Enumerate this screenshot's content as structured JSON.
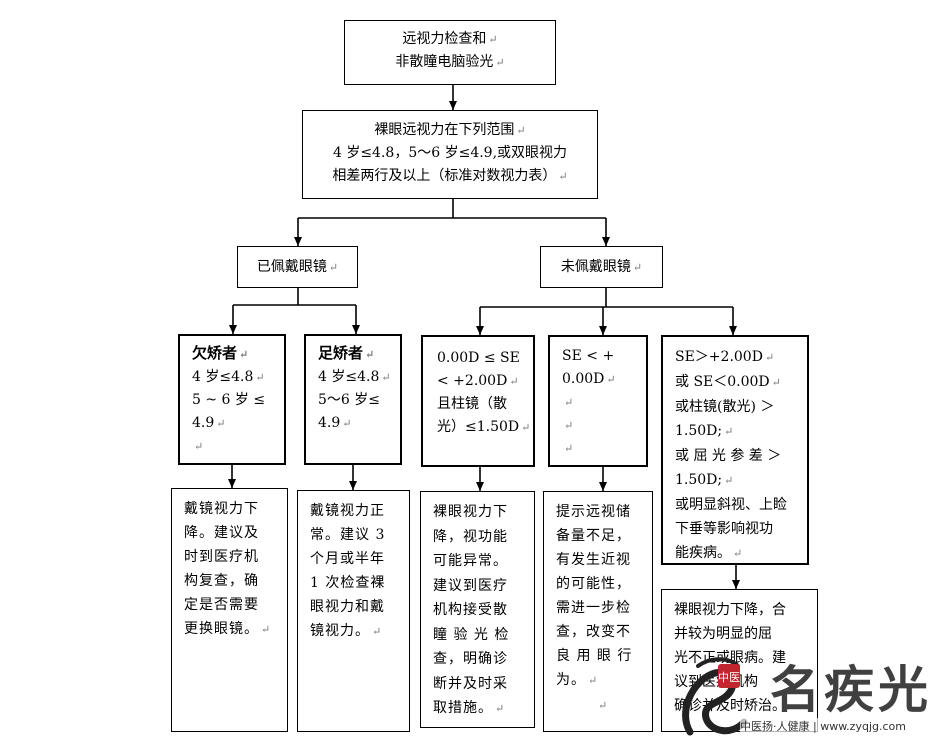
{
  "nodes": {
    "start": {
      "lines": [
        "远视力检查和",
        "非散瞳电脑验光"
      ]
    },
    "range": {
      "lines": [
        "裸眼远视力在下列范围",
        "4 岁≤4.8，5～6 岁≤4.9,或双眼视力",
        "相差两行及以上（标准对数视力表）"
      ]
    },
    "wearing": {
      "lines": [
        "已佩戴眼镜"
      ]
    },
    "not_wearing": {
      "lines": [
        "未佩戴眼镜"
      ]
    },
    "under": {
      "lines": [
        "欠矫者",
        "4 岁≤4.8",
        "5 ~ 6  岁 ≤",
        "4.9",
        ""
      ]
    },
    "full": {
      "lines": [
        "足矫者",
        "4 岁≤4.8",
        "5～6 岁≤",
        "4.9"
      ]
    },
    "se_range": {
      "lines": [
        "0.00D ≤ SE",
        "< +2.00D",
        "且柱镜（散",
        "光）≤1.50D"
      ]
    },
    "se_low": {
      "lines": [
        "SE  <  +",
        "0.00D",
        "",
        "",
        ""
      ]
    },
    "se_high": {
      "lines": [
        "SE＞+2.00D",
        "或 SE＜0.00D",
        "或柱镜(散光) ＞",
        "1.50D;",
        "或 屈 光 参 差 ＞",
        "1.50D;",
        "或明显斜视、上睑",
        "下垂等影响视功",
        "能疾病。"
      ]
    },
    "r_under": {
      "lines": [
        "戴镜视力下",
        "降。建议及",
        "时到医疗机",
        "构复查，确",
        "定是否需要",
        "更换眼镜。"
      ]
    },
    "r_full": {
      "lines": [
        "戴镜视力正",
        "常。建议 3",
        "个月或半年",
        "1 次检查裸",
        "眼视力和戴",
        "镜视力。"
      ]
    },
    "r_se_range": {
      "lines": [
        "裸眼视力下",
        "降，视功能",
        "可能异常。",
        "建议到医疗",
        "机构接受散",
        "瞳 验 光 检",
        "查，明确诊",
        "断并及时采",
        "取措施。"
      ]
    },
    "r_se_low": {
      "lines": [
        "提示远视储",
        "备量不足，",
        "有发生近视",
        "的可能性，",
        "需进一步检",
        "查，改变不",
        "良 用 眼 行",
        "为。",
        ""
      ]
    },
    "r_se_high": {
      "lines": [
        "裸眼视力下降，合",
        "并较为明显的屈",
        "光不正或眼病。建",
        "议到医疗机构",
        "确诊并及时矫治。"
      ]
    }
  },
  "watermark": {
    "brand": "名疾光",
    "seal": "中医",
    "site": "中医扬·人健康 | www.zyqjg.com"
  }
}
